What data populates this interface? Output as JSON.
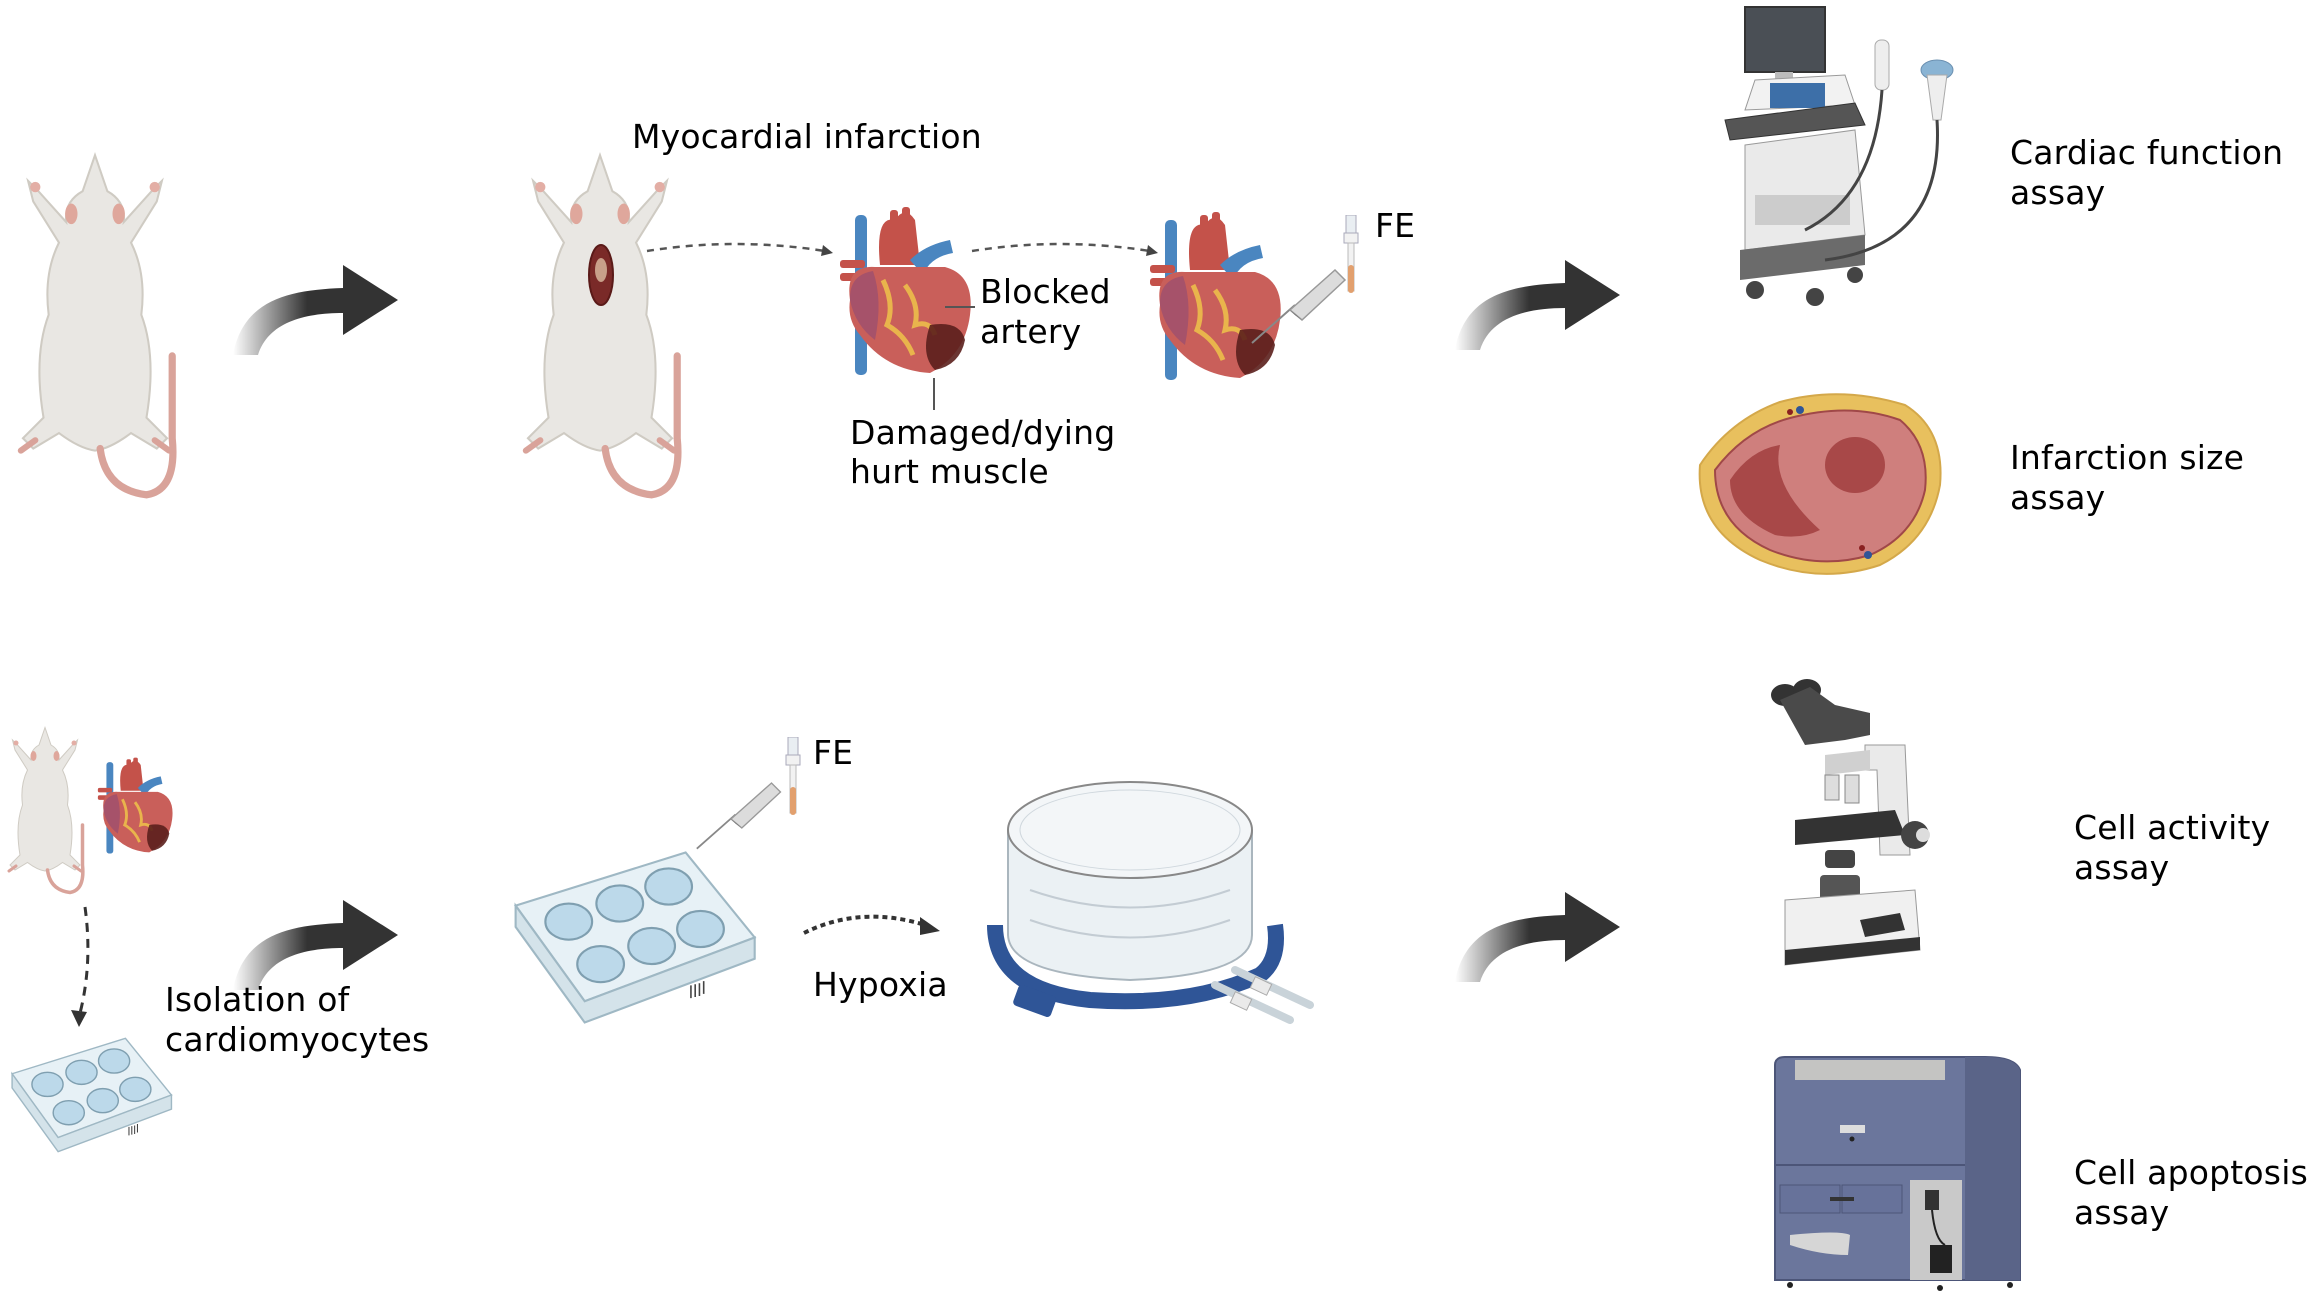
{
  "top_row": {
    "stage_label": "Myocardial infarction",
    "blocked_label_line1": "Blocked",
    "blocked_label_line2": "artery",
    "damaged_label_line1": "Damaged/dying",
    "damaged_label_line2": "hurt muscle",
    "treatment_label": "FE",
    "assays": [
      {
        "line1": "Cardiac function",
        "line2": "assay",
        "icon": "ultrasound-machine-icon"
      },
      {
        "line1": "Infarction size",
        "line2": "assay",
        "icon": "heart-cross-section-icon"
      }
    ]
  },
  "bottom_row": {
    "isolation_label_line1": "Isolation of",
    "isolation_label_line2": "cardiomyocytes",
    "treatment_label": "FE",
    "hypoxia_label": "Hypoxia",
    "assays": [
      {
        "line1": "Cell activity",
        "line2": "assay",
        "icon": "microscope-icon"
      },
      {
        "line1": "Cell apoptosis",
        "line2": "assay",
        "icon": "flow-cytometer-icon"
      }
    ]
  },
  "colors": {
    "arrow": "#333333",
    "rat_body": "#e9e7e3",
    "rat_pink": "#d9a39a",
    "heart_red": "#c4524a",
    "vessel_blue": "#4a86c0",
    "plate_blue": "#bcd9ea",
    "chamber_blue": "#2f5597",
    "cytometer_blue": "#6b769c"
  }
}
